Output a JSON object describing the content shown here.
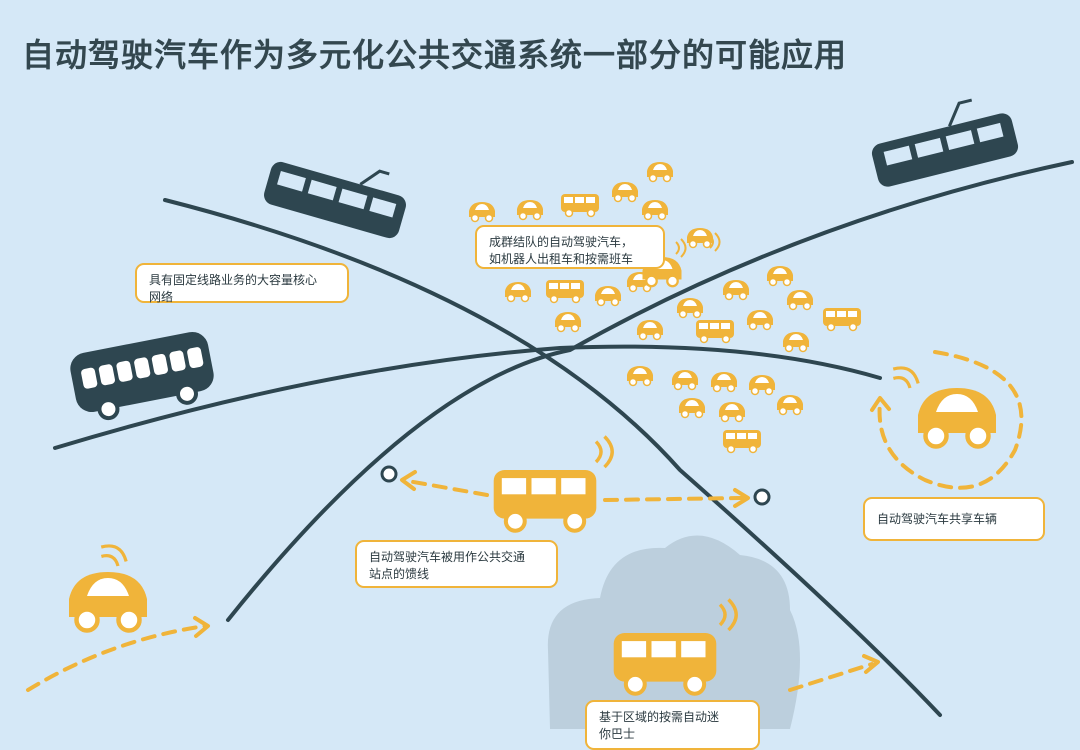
{
  "title": "自动驾驶汽车作为多元化公共交通系统一部分的可能应用",
  "labels": {
    "trunk_network": [
      "具有固定线路业务的大容量核心",
      "网络"
    ],
    "fleets": [
      "成群结队的自动驾驶汽车，",
      "如机器人出租车和按需班车"
    ],
    "feeder": [
      "自动驾驶汽车被用作公共交通",
      "站点的馈线"
    ],
    "car_sharing": "自动驾驶汽车共享车辆",
    "on_demand_area": [
      "基于区域的按需自动迷",
      "你巴士"
    ]
  },
  "icons": [
    "tram-icon",
    "bus-icon",
    "robotaxi-icon",
    "minibus-icon",
    "car-icon",
    "wireless-signal-icon",
    "cloud-icon",
    "arrow-icon"
  ],
  "colors": {
    "background": "#d5e8f7",
    "route_line": "#2e4650",
    "vehicle_accent": "#f0b43a",
    "title": "#33474f"
  }
}
